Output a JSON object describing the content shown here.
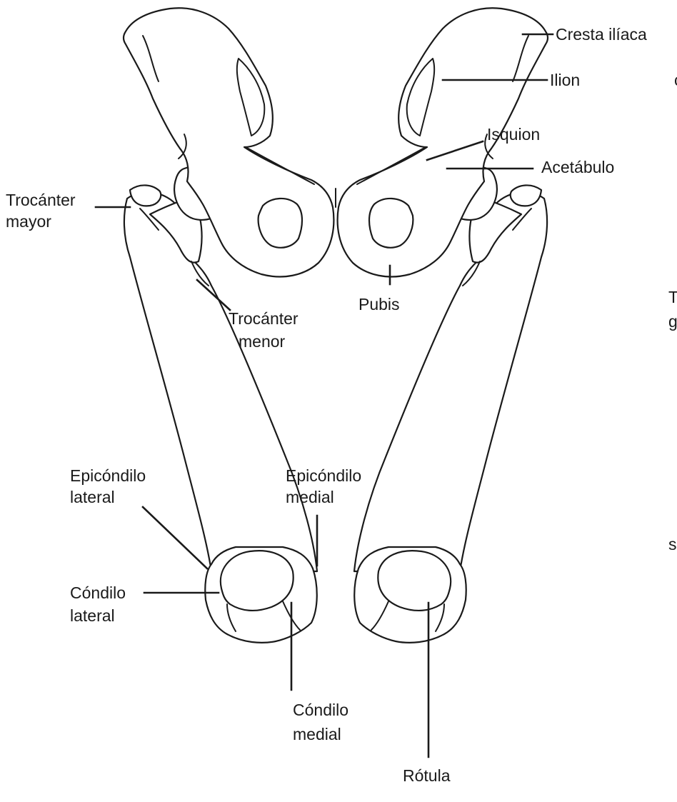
{
  "labels": {
    "cresta_iliaca": "Cresta ilíaca",
    "ilion": "Ilion",
    "isquion": "Isquion",
    "acetabulo": "Acetábulo",
    "trocanter_mayor_1": "Trocánter",
    "trocanter_mayor_2": "mayor",
    "trocanter_menor_1": "Trocánter",
    "trocanter_menor_2": "menor",
    "pubis": "Pubis",
    "epicondilo_lateral_1": "Epicóndilo",
    "epicondilo_lateral_2": "lateral",
    "epicondilo_medial_1": "Epicóndilo",
    "epicondilo_medial_2": "medial",
    "condilo_lateral_1": "Cóndilo",
    "condilo_lateral_2": "lateral",
    "condilo_medial_1": "Cóndilo",
    "condilo_medial_2": "medial",
    "rotula": "Rótula"
  },
  "edge_fragments": {
    "frag_1": "c",
    "frag_2": "T",
    "frag_3": "g",
    "frag_4": "s"
  }
}
